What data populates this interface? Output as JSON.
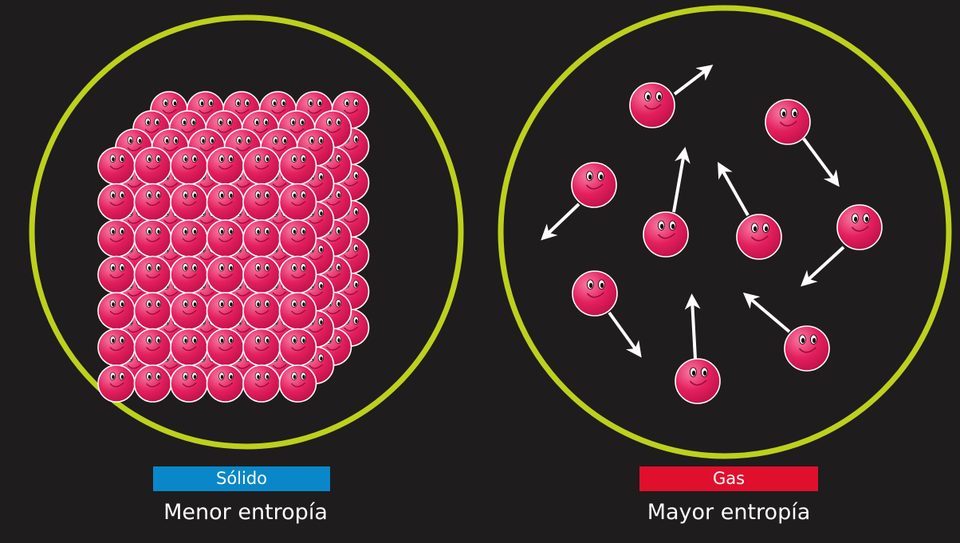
{
  "solid": {
    "label": "Sólido",
    "caption": "Menor entropía",
    "label_color": "#0a87c8"
  },
  "gas": {
    "label": "Gas",
    "caption": "Mayor entropía",
    "label_color": "#e0102d"
  },
  "colors": {
    "background": "#1e1c1d",
    "ring": "#bdd01c",
    "particle": "#e3205e",
    "particle_highlight": "#f87ba4",
    "arrow": "#ffffff"
  },
  "particle_icon": "smiling-face-icon"
}
